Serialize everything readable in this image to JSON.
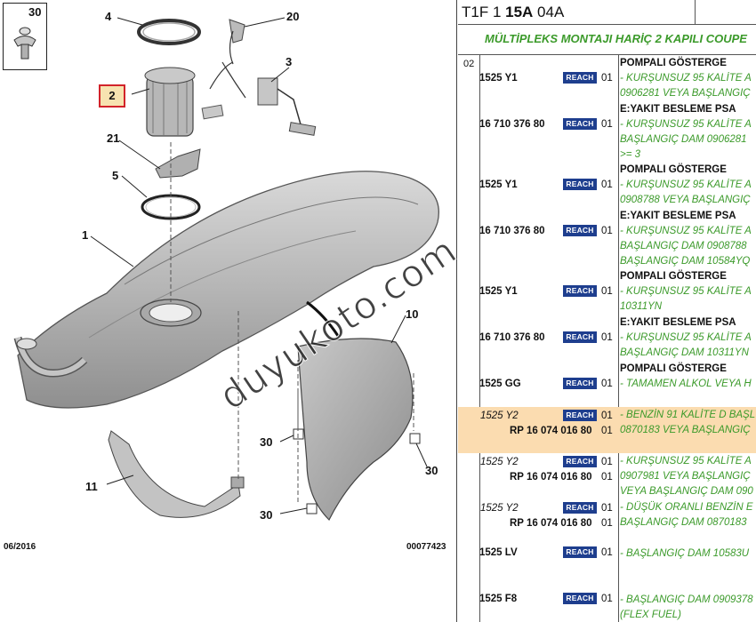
{
  "diagram": {
    "callouts": {
      "c30_top": "30",
      "c4": "4",
      "c20": "20",
      "c2": "2",
      "c3": "3",
      "c21": "21",
      "c5": "5",
      "c1": "1",
      "c10": "10",
      "c30_mid": "30",
      "c30_right": "30",
      "c11": "11",
      "c30_bottom": "30"
    },
    "footer_date": "06/2016",
    "footer_code": "00077423",
    "watermark": "duyukoto.com"
  },
  "parts_list": {
    "header": {
      "part1": "T1F 1 ",
      "part2": "15A",
      "part3": " 04A"
    },
    "subheader": "MÜLTİPLEKS MONTAJI HARİÇ 2 KAPILI COUPE",
    "group": "02",
    "reach_label": "REACH",
    "rows": [
      {
        "pn": "1525 Y1",
        "qty": "01",
        "title": "POMPALI GÖSTERGE",
        "lines": [
          "- KURŞUNSUZ 95 KALİTE A",
          "0906281 VEYA BAŞLANGIÇ"
        ]
      },
      {
        "pn": "16 710 376 80",
        "qty": "01",
        "title": "E:YAKIT BESLEME PSA",
        "lines": [
          "- KURŞUNSUZ 95 KALİTE A",
          "BAŞLANGIÇ DAM 0906281",
          ">= 3"
        ]
      },
      {
        "pn": "1525 Y1",
        "qty": "01",
        "title": "POMPALI GÖSTERGE",
        "lines": [
          "- KURŞUNSUZ 95 KALİTE A",
          "0908788 VEYA BAŞLANGIÇ"
        ]
      },
      {
        "pn": "16 710 376 80",
        "qty": "01",
        "title": "E:YAKIT BESLEME PSA",
        "lines": [
          "- KURŞUNSUZ 95 KALİTE A",
          "BAŞLANGIÇ DAM 0908788",
          "BAŞLANGIÇ DAM 10584YQ"
        ]
      },
      {
        "pn": "1525 Y1",
        "qty": "01",
        "title": "POMPALI GÖSTERGE",
        "lines": [
          "- KURŞUNSUZ 95 KALİTE A",
          "10311YN"
        ]
      },
      {
        "pn": "16 710 376 80",
        "qty": "01",
        "title": "E:YAKIT BESLEME PSA",
        "lines": [
          "- KURŞUNSUZ 95 KALİTE A",
          "BAŞLANGIÇ DAM 10311YN"
        ]
      },
      {
        "pn": "1525 GG",
        "qty": "01",
        "title": "POMPALI GÖSTERGE",
        "lines": [
          "- TAMAMEN ALKOL VEYA H"
        ]
      },
      {
        "pn": "1525 Y2",
        "pn2": "RP 16 074 016 80",
        "qty": "01",
        "qty2": "01",
        "lines": [
          "- BENZİN 91 KALİTE D BAŞL",
          "0870183 VEYA BAŞLANGIÇ"
        ]
      },
      {
        "pn": "1525 Y2",
        "pn2": "RP 16 074 016 80",
        "qty": "01",
        "qty2": "01",
        "lines": [
          "- KURŞUNSUZ 95 KALİTE A",
          "0907981 VEYA BAŞLANGIÇ",
          "VEYA BAŞLANGIÇ DAM 090"
        ]
      },
      {
        "pn": "1525 Y2",
        "pn2": "RP 16 074 016 80",
        "qty": "01",
        "qty2": "01",
        "lines": [
          "- DÜŞÜK ORANLI BENZİN E",
          "BAŞLANGIÇ DAM 0870183"
        ]
      },
      {
        "pn": "1525 LV",
        "qty": "01",
        "lines": [
          "- BAŞLANGIÇ DAM 10583U"
        ]
      },
      {
        "pn": "1525 F8",
        "qty": "01",
        "lines": [
          "- BAŞLANGIÇ DAM 0909378",
          "(FLEX FUEL)"
        ]
      }
    ]
  },
  "colors": {
    "green_text": "#3b9a2a",
    "reach_bg": "#1e3e8e",
    "highlight": "#fbdcb0",
    "selected_callout_border": "#d2232a"
  }
}
